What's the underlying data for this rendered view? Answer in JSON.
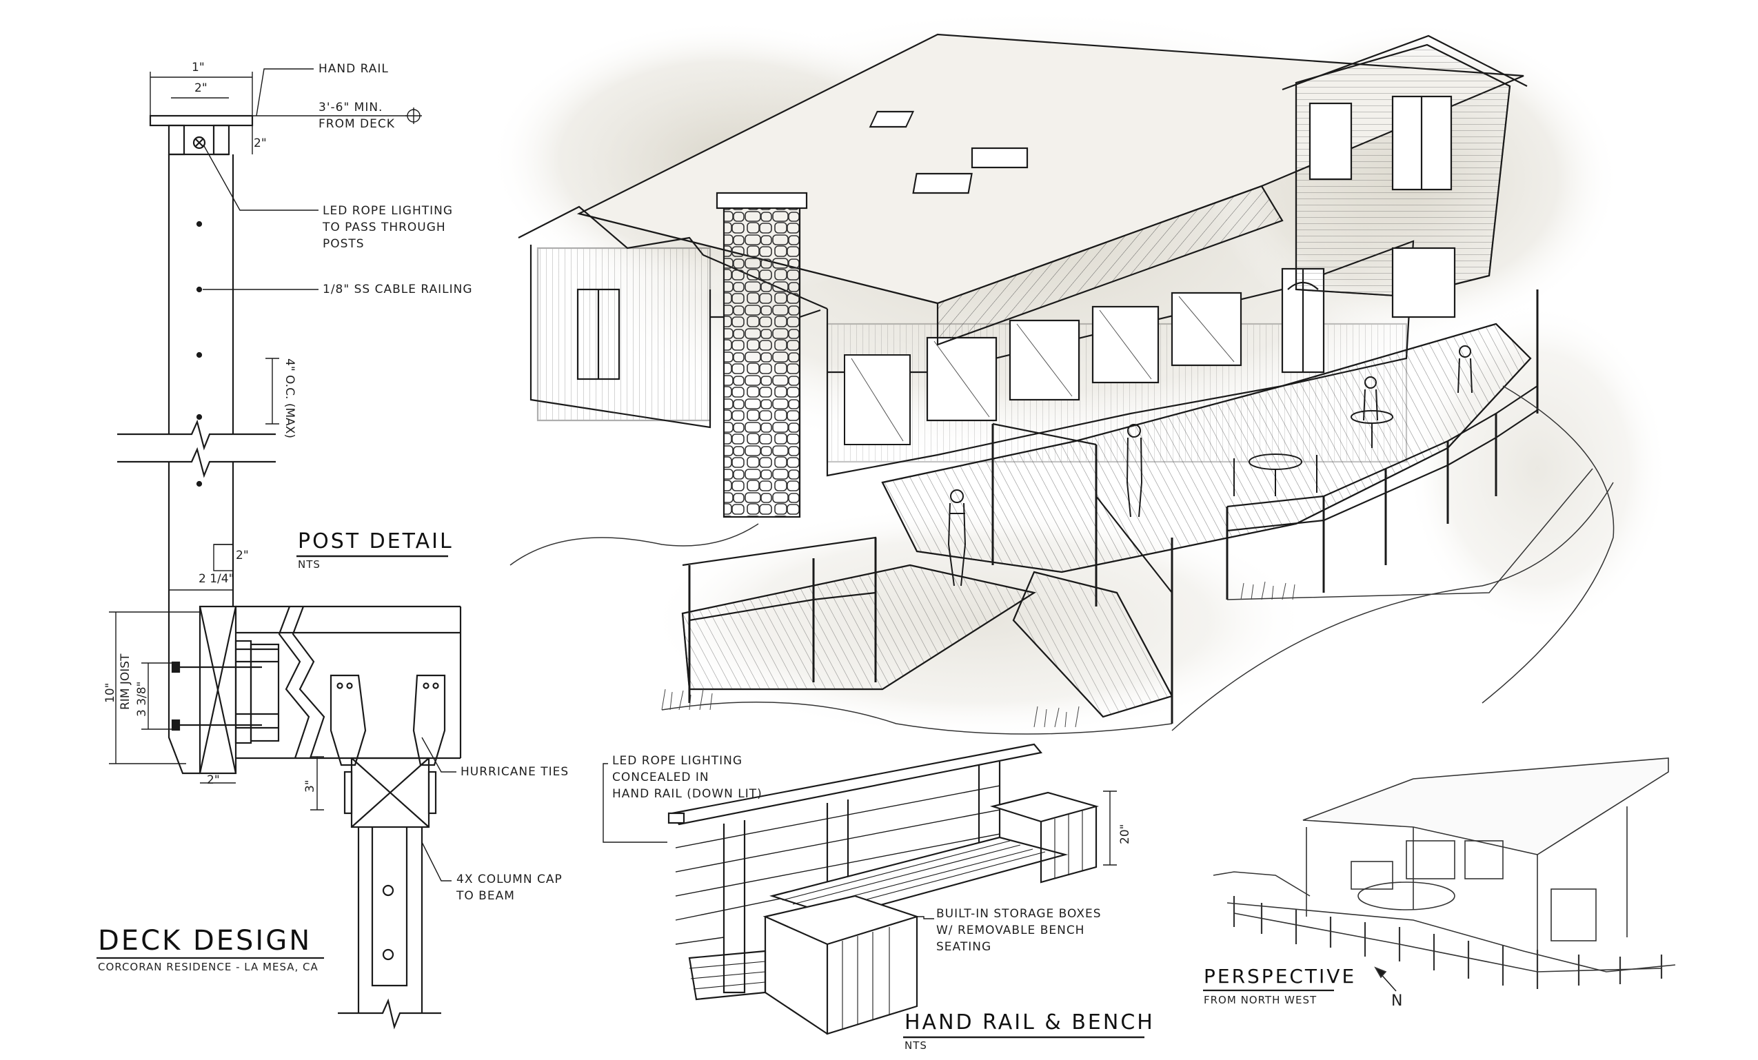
{
  "sheet": {
    "main_title": "DECK DESIGN",
    "main_subtitle": "CORCORAN RESIDENCE - LA MESA, CA"
  },
  "post_detail": {
    "title": "POST DETAIL",
    "scale": "NTS",
    "dims": {
      "top_width": "1\"",
      "cap_width": "2\"",
      "rail_drop": "2\"",
      "spacing": "4\" O.C. (MAX)",
      "lower_gap": "2\"",
      "offset": "2 1/4\"",
      "rim_height": "10\"",
      "rim_label": "RIM JOIST",
      "bolt_spacing": "3 3/8\"",
      "bottom_width": "2\"",
      "tie_height": "3\""
    },
    "callouts": {
      "hand_rail": "HAND RAIL",
      "height_note": "3'-6\" MIN.\nFROM DECK",
      "led_lighting": "LED ROPE LIGHTING\nTO PASS THROUGH\nPOSTS",
      "cable_railing": "1/8\" SS CABLE RAILING",
      "hurricane_ties": "HURRICANE TIES",
      "column_cap": "4X COLUMN CAP\nTO BEAM"
    }
  },
  "bench_detail": {
    "title": "HAND RAIL & BENCH",
    "scale": "NTS",
    "height": "20\"",
    "callouts": {
      "led_concealed": "LED ROPE LIGHTING\nCONCEALED IN\nHAND RAIL (DOWN LIT)",
      "storage": "BUILT-IN STORAGE BOXES\nW/ REMOVABLE BENCH\nSEATING"
    }
  },
  "perspective": {
    "title": "PERSPECTIVE",
    "subtitle": "FROM NORTH WEST",
    "north": "N"
  },
  "colors": {
    "ink": "#1a1a1a",
    "wash": "#d9d6cc",
    "paper": "#ffffff"
  }
}
